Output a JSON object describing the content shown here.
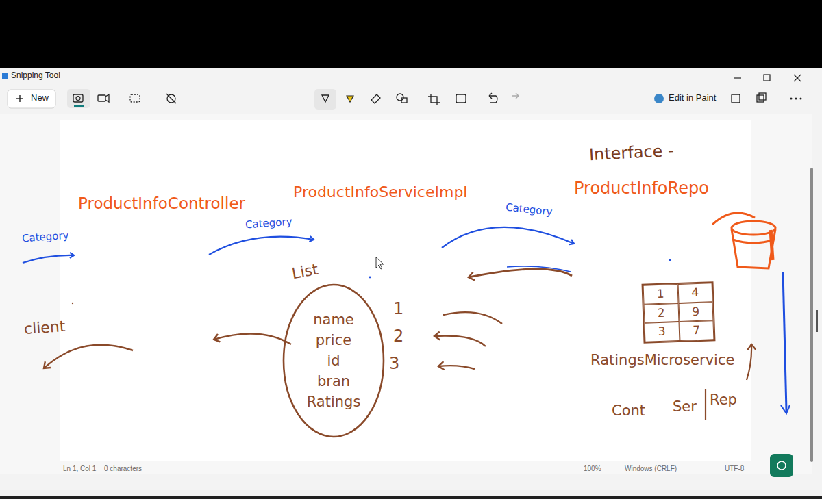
{
  "diagram": {
    "nodes": [
      {
        "text": [
          "List",
          "name",
          "price",
          "id",
          "bran",
          "Ratings"
        ]
      },
      {
        "text": [
          "1",
          "4",
          "2",
          "9",
          "3",
          "7"
        ]
      }
    ],
    "labels": [
      "Snipping Tool",
      "New",
      "Edit in Paint",
      "Interface -",
      "ProductInfoRepo",
      "ProductInfoController",
      "ProductInfoServiceImpl",
      "Category",
      "Category",
      "Category",
      "client",
      "1",
      "2",
      "3",
      "RatingsMicroservice",
      "Cont",
      "Ser",
      "Rep",
      "Ln 1, Col 1",
      "0 characters",
      "100%",
      "Windows (CRLF)",
      "UTF-8"
    ]
  }
}
